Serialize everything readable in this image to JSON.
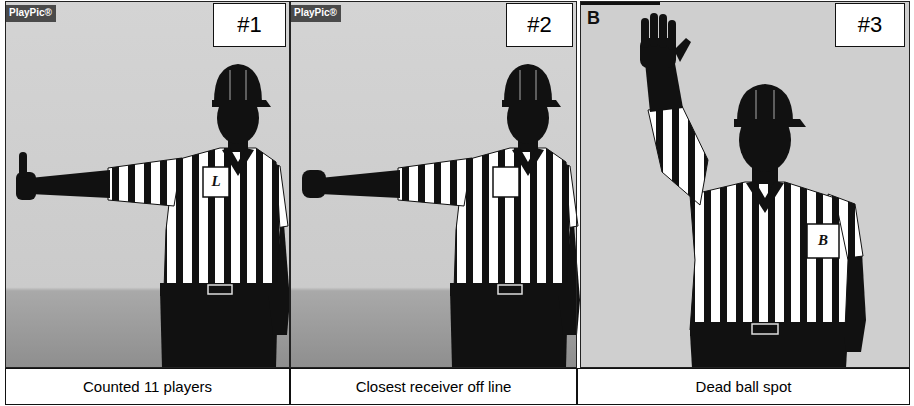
{
  "diagram": {
    "nodes": [
      {
        "text": [
          "PlayPic®"
        ]
      },
      {
        "text": [
          "#1"
        ],
        "in": 0
      },
      {
        "text": [
          "Counted 11 players"
        ]
      },
      {
        "text": [
          "PlayPic®"
        ]
      },
      {
        "text": [
          "#2"
        ],
        "in": 3
      },
      {
        "text": [
          "Closest receiver off line"
        ]
      },
      {
        "text": [
          "B"
        ]
      },
      {
        "text": [
          "#3"
        ],
        "in": 6
      },
      {
        "text": [
          "Dead ball spot"
        ]
      }
    ],
    "labels": [
      "L",
      "B"
    ]
  }
}
